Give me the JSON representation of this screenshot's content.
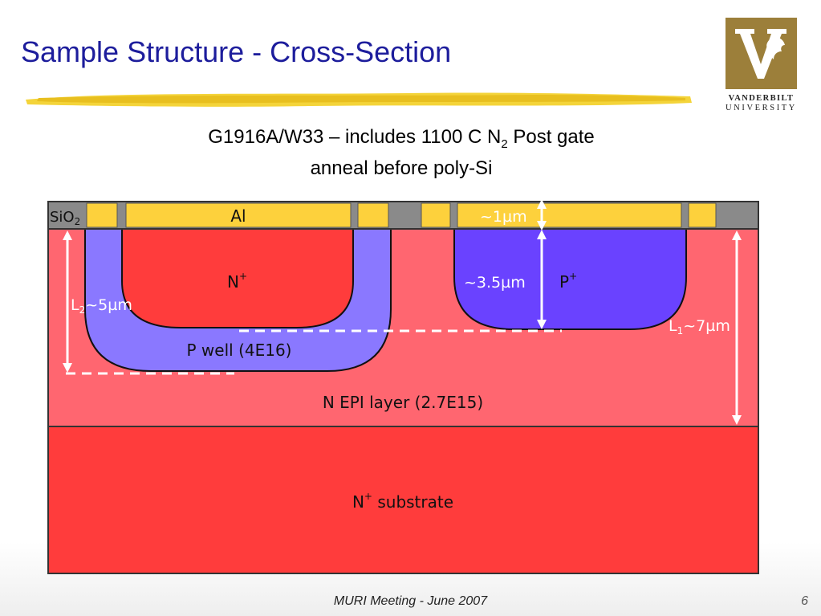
{
  "slide": {
    "title": "Sample Structure - Cross-Section",
    "subtitle_line1_prefix": "G1916A/W33 – includes 1100 C N",
    "subtitle_line1_sub": "2",
    "subtitle_line1_suffix": " Post gate",
    "subtitle_line2": "anneal before poly-Si",
    "footer": "MURI Meeting - June 2007",
    "page_number": "6"
  },
  "logo": {
    "line1": "VANDERBILT",
    "line2": "UNIVERSITY",
    "icon": "vanderbilt-v-oak-leaf-icon"
  },
  "diagram": {
    "sio2_label": "SiO",
    "sio2_sub": "2",
    "al_label": "Al",
    "oxide_thickness": "~1µm",
    "nplus_label": "N",
    "nplus_sup": "+",
    "pplus_label": "P",
    "pplus_sup": "+",
    "pplus_depth": "~3.5µm",
    "l2_prefix": "L",
    "l2_sub": "2",
    "l2_suffix": "~5µm",
    "l1_prefix": "L",
    "l1_sub": "1",
    "l1_suffix": "~7µm",
    "pwell_label": "P well (4E16)",
    "nepi_label": "N EPI layer (2.7E15)",
    "substrate_prefix": "N",
    "substrate_sup": "+",
    "substrate_suffix": " substrate",
    "colors": {
      "al": "#fdd13c",
      "oxide": "#8a8a8a",
      "nplus": "#ff3c3c",
      "nepi": "#ff6670",
      "pwell": "#8a78ff",
      "pplus": "#6a42ff",
      "substrate": "#ff3c3c"
    }
  }
}
